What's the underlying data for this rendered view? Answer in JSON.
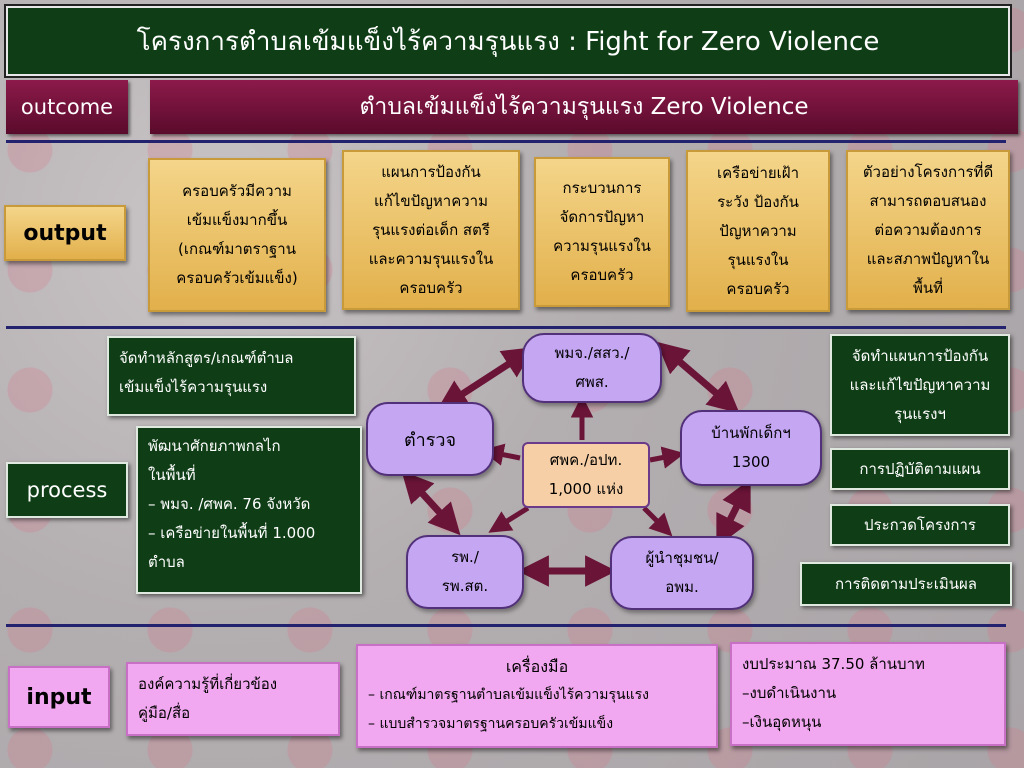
{
  "title": "โครงการตำบลเข้มแข็งไร้ความรุนแรง : Fight for Zero Violence",
  "labels": {
    "outcome": "outcome",
    "output": "output",
    "process": "process",
    "input": "input"
  },
  "outcome_text": "ตำบลเข้มแข็งไร้ความรุนแรง Zero Violence",
  "outputs": [
    [
      "ครอบครัวมีความ",
      "เข้มแข็งมากขึ้น",
      "(เกณฑ์มาตราฐาน",
      "ครอบครัวเข้มแข็ง)"
    ],
    [
      "แผนการป้องกัน",
      "แก้ไขปัญหาความ",
      "รุนแรงต่อเด็ก สตรี",
      "และความรุนแรงใน",
      "ครอบครัว"
    ],
    [
      "กระบวนการ",
      "จัดการปัญหา",
      "ความรุนแรงใน",
      "ครอบครัว"
    ],
    [
      "เครือข่ายเฝ้า",
      "ระวัง ป้องกัน",
      "ปัญหาความ",
      "รุนแรงใน",
      "ครอบครัว"
    ],
    [
      "ตัวอย่างโครงการที่ดี",
      "สามารถตอบสนอง",
      "ต่อความต้องการ",
      "และสภาพปัญหาใน",
      "พื้นที่"
    ]
  ],
  "process_left": {
    "curriculum": [
      "จัดทำหลักสูตร/เกณฑ์ตำบล",
      "เข้มแข็งไร้ความรุนแรง"
    ],
    "develop": [
      "พัฒนาศักยภาพกลไก",
      "ในพื้นที่",
      "– พมจ. /ศพค. 76 จังหวัด",
      "– เครือข่ายในพื้นที่ 1.000",
      "ตำบล"
    ]
  },
  "network": {
    "top": [
      "พมจ./สสว./",
      "ศพส."
    ],
    "left": "ตำรวจ",
    "right": [
      "บ้านพักเด็กฯ",
      "1300"
    ],
    "center": [
      "ศพค./อปท.",
      "1,000 แห่ง"
    ],
    "bottom_left": [
      "รพ./",
      "รพ.สต."
    ],
    "bottom_right": [
      "ผู้นำชุมชน/",
      "อพม."
    ]
  },
  "process_right": {
    "plan": [
      "จัดทำแผนการป้องกัน",
      "และแก้ไขปัญหาความ",
      "รุนแรงฯ"
    ],
    "implement": "การปฏิบัติตามแผน",
    "contest": "ประกวดโครงการ",
    "evaluate": "การติดตามประเมินผล"
  },
  "inputs": {
    "knowledge": [
      "องค์ความรู้ที่เกี่ยวข้อง",
      "คู่มือ/สื่อ"
    ],
    "tools_title": "เครื่องมือ",
    "tools": [
      "– เกณฑ์มาตรฐานตำบลเข้มแข็งไร้ความรุนแรง",
      "– แบบสำรวจมาตรฐานครอบครัวเข้มแข็ง"
    ],
    "budget": [
      "งบประมาณ 37.50 ล้านบาท",
      "–งบดำเนินงาน",
      "–เงินอุดหนุน"
    ]
  },
  "colors": {
    "dark_green": "#0f3d16",
    "maroon": "#7a1540",
    "gold": "#e8bd5e",
    "lavender": "#c4a6f2",
    "pink": "#f2a8f0",
    "arrow": "#6a1438",
    "navy": "#22226e"
  }
}
